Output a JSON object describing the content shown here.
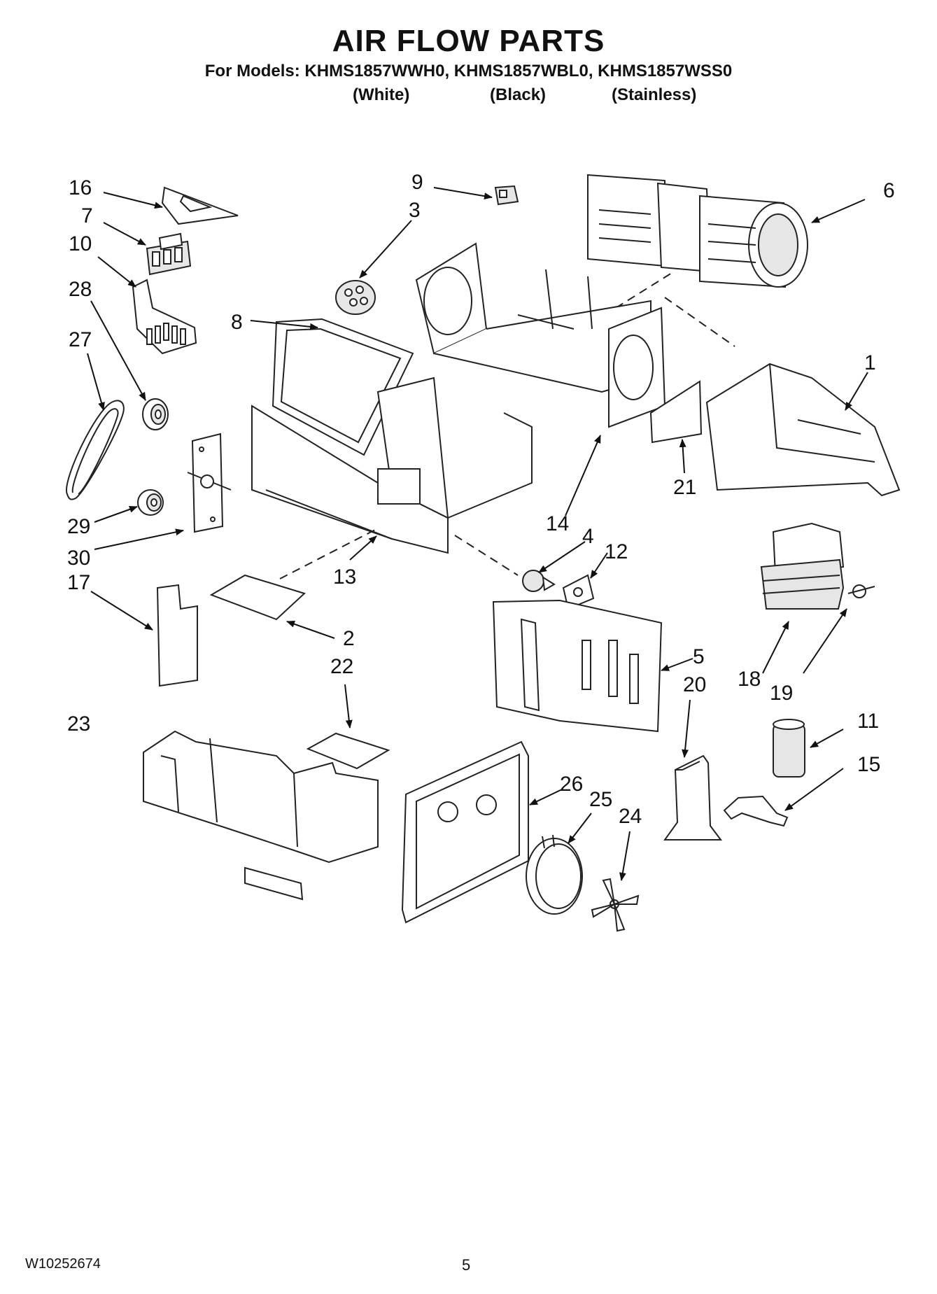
{
  "title": "AIR FLOW PARTS",
  "models_line": "For Models: KHMS1857WWH0, KHMS1857WBL0, KHMS1857WSS0",
  "variants": [
    "(White)",
    "(Black)",
    "(Stainless)"
  ],
  "callouts": {
    "p1": "1",
    "p2": "2",
    "p3": "3",
    "p4": "4",
    "p5": "5",
    "p6": "6",
    "p7": "7",
    "p8": "8",
    "p9": "9",
    "p10": "10",
    "p11": "11",
    "p12": "12",
    "p13": "13",
    "p14": "14",
    "p15": "15",
    "p16": "16",
    "p17": "17",
    "p18": "18",
    "p19": "19",
    "p20": "20",
    "p21": "21",
    "p22": "22",
    "p23": "23",
    "p24": "24",
    "p25": "25",
    "p26": "26",
    "p27": "27",
    "p28": "28",
    "p29": "29",
    "p30": "30"
  },
  "footer": {
    "doc_id": "W10252674",
    "page": "5"
  }
}
